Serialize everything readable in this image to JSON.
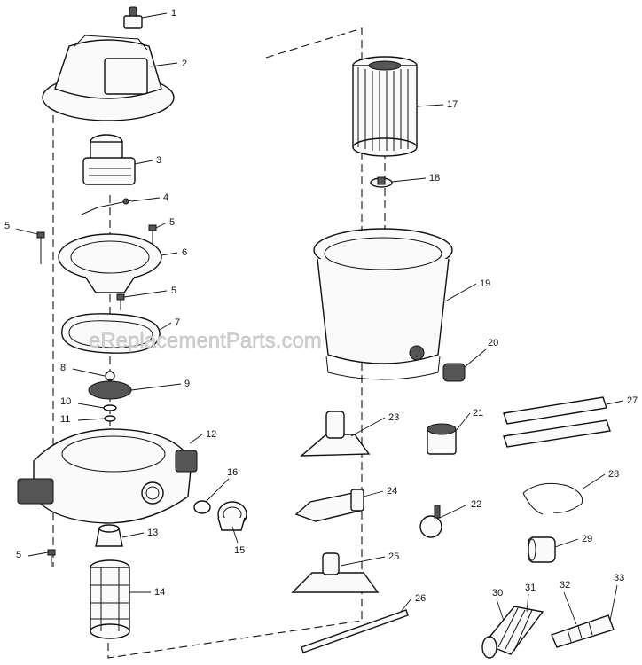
{
  "watermark": "eReplacementParts.com",
  "parts": [
    {
      "id": "p1",
      "label": "1"
    },
    {
      "id": "p2",
      "label": "2"
    },
    {
      "id": "p3",
      "label": "3"
    },
    {
      "id": "p4",
      "label": "4"
    },
    {
      "id": "p5a",
      "label": "5"
    },
    {
      "id": "p5b",
      "label": "5"
    },
    {
      "id": "p6",
      "label": "6"
    },
    {
      "id": "p5c",
      "label": "5"
    },
    {
      "id": "p7",
      "label": "7"
    },
    {
      "id": "p8",
      "label": "8"
    },
    {
      "id": "p9",
      "label": "9"
    },
    {
      "id": "p10",
      "label": "10"
    },
    {
      "id": "p11",
      "label": "11"
    },
    {
      "id": "p12",
      "label": "12"
    },
    {
      "id": "p16",
      "label": "16"
    },
    {
      "id": "p5d",
      "label": "5"
    },
    {
      "id": "p13",
      "label": "13"
    },
    {
      "id": "p15",
      "label": "15"
    },
    {
      "id": "p14",
      "label": "14"
    },
    {
      "id": "p17",
      "label": "17"
    },
    {
      "id": "p18",
      "label": "18"
    },
    {
      "id": "p19",
      "label": "19"
    },
    {
      "id": "p20",
      "label": "20"
    },
    {
      "id": "p23",
      "label": "23"
    },
    {
      "id": "p21",
      "label": "21"
    },
    {
      "id": "p27",
      "label": "27"
    },
    {
      "id": "p24",
      "label": "24"
    },
    {
      "id": "p22",
      "label": "22"
    },
    {
      "id": "p28",
      "label": "28"
    },
    {
      "id": "p25",
      "label": "25"
    },
    {
      "id": "p29",
      "label": "29"
    },
    {
      "id": "p26",
      "label": "26"
    },
    {
      "id": "p30",
      "label": "30"
    },
    {
      "id": "p31",
      "label": "31"
    },
    {
      "id": "p32",
      "label": "32"
    },
    {
      "id": "p33",
      "label": "33"
    }
  ]
}
